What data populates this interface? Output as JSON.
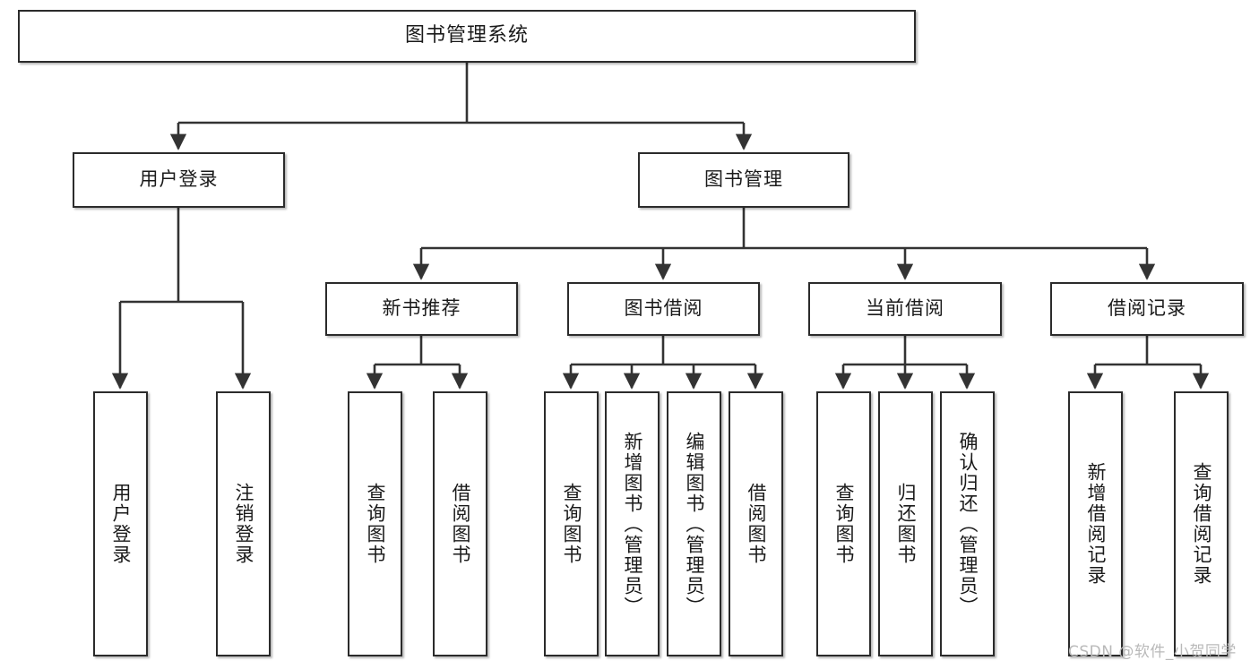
{
  "diagram": {
    "type": "tree-hierarchy-chart",
    "title": "图书管理系统",
    "watermark": "CSDN @软件_小贺同学",
    "colors": {
      "box_border": "#2b2b2b",
      "box_fill": "#ffffff",
      "connector": "#333333",
      "text": "#1a1a1a",
      "watermark": "#b9b9b9",
      "background": "#ffffff"
    },
    "nodes": {
      "root": {
        "label": "图书管理系统"
      },
      "level2": [
        {
          "id": "user-login",
          "label": "用户登录"
        },
        {
          "id": "book-management",
          "label": "图书管理"
        }
      ],
      "level3": [
        {
          "id": "new-book-recommend",
          "label": "新书推荐"
        },
        {
          "id": "book-borrow",
          "label": "图书借阅"
        },
        {
          "id": "current-borrow",
          "label": "当前借阅"
        },
        {
          "id": "borrow-record",
          "label": "借阅记录"
        }
      ],
      "leaves": [
        {
          "id": "leaf-user-login",
          "label": "用户登录",
          "parent": "user-login"
        },
        {
          "id": "leaf-logout-login",
          "label": "注销登录",
          "parent": "user-login"
        },
        {
          "id": "leaf-query-book-1",
          "label": "查询图书",
          "parent": "new-book-recommend"
        },
        {
          "id": "leaf-borrow-book-1",
          "label": "借阅图书",
          "parent": "new-book-recommend"
        },
        {
          "id": "leaf-query-book-2",
          "label": "查询图书",
          "parent": "book-borrow"
        },
        {
          "id": "leaf-add-book",
          "label": "新增图书（管理员）",
          "parent": "book-borrow"
        },
        {
          "id": "leaf-edit-book",
          "label": "编辑图书（管理员）",
          "parent": "book-borrow"
        },
        {
          "id": "leaf-borrow-book-2",
          "label": "借阅图书",
          "parent": "book-borrow"
        },
        {
          "id": "leaf-query-book-3",
          "label": "查询图书",
          "parent": "current-borrow"
        },
        {
          "id": "leaf-return-book",
          "label": "归还图书",
          "parent": "current-borrow"
        },
        {
          "id": "leaf-confirm-return",
          "label": "确认归还（管理员）",
          "parent": "current-borrow"
        },
        {
          "id": "leaf-add-record",
          "label": "新增借阅记录",
          "parent": "borrow-record"
        },
        {
          "id": "leaf-query-record",
          "label": "查询借阅记录",
          "parent": "borrow-record"
        }
      ]
    }
  }
}
